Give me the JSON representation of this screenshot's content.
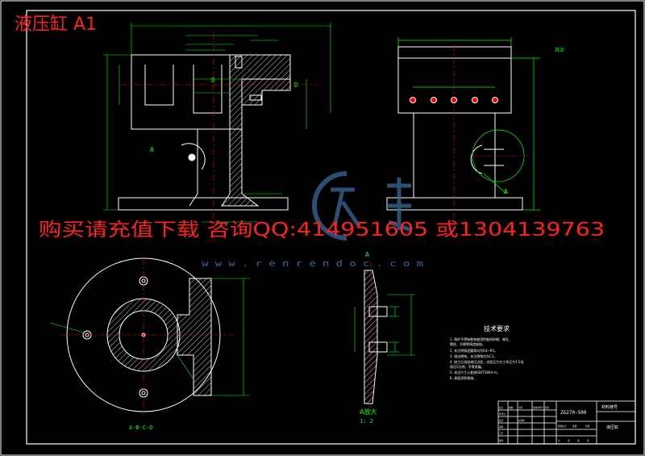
{
  "drawing": {
    "title": "液压缸 A1",
    "watermark_promo": "购买请充值下载 咨询QQ:414951605 或1304139763",
    "watermark_site": "w w w . r e n r e n d o c . c o m",
    "section_label_a_left": "A",
    "section_label_a_right": "A",
    "section_label_a_top": "A",
    "section_label_d": "D",
    "section_label_d2": "D",
    "view_label_bottom": "A-B-C-D",
    "detail_label": "A放大",
    "detail_scale": "1: 2",
    "roughness_note": "其余",
    "tech_title": "技术要求",
    "tech_lines": [
      "1. 铸件不得有影响使用性能的砂眼、缩孔、",
      "   裂纹、冷隔等铸造缺陷。",
      "2. 未注明铸造圆角均为R3~R5。",
      "3. 锐边倒钝，未注倒角均为C1。",
      "4. 加工后须经液压试验，试验压力为工作压力1.5倍",
      "   保压5分钟，不得渗漏。",
      "5. 未注尺寸公差按GB/T1804-m。",
      "6. 表面涂防锈漆。"
    ],
    "title_block": {
      "drawing_no": "ZG270-500",
      "material": "材料牌号",
      "part_name": "液压缸",
      "cells": [
        "标记",
        "处数",
        "分区",
        "更改文件号",
        "签名",
        "年月日",
        "设计",
        "标准化",
        "审核",
        "工艺",
        "批准",
        "阶段标记",
        "重量",
        "比例",
        "共",
        "张",
        "第",
        "张"
      ]
    }
  },
  "colors": {
    "background": "#000000",
    "frame": "#ffffff",
    "outline": "#ffffff",
    "dimension": "#00ff00",
    "centerline": "#ff0000",
    "hatch": "#ffffff",
    "title": "#ff2020",
    "watermark": "#ff2020",
    "logo": "#3a6a9a"
  }
}
